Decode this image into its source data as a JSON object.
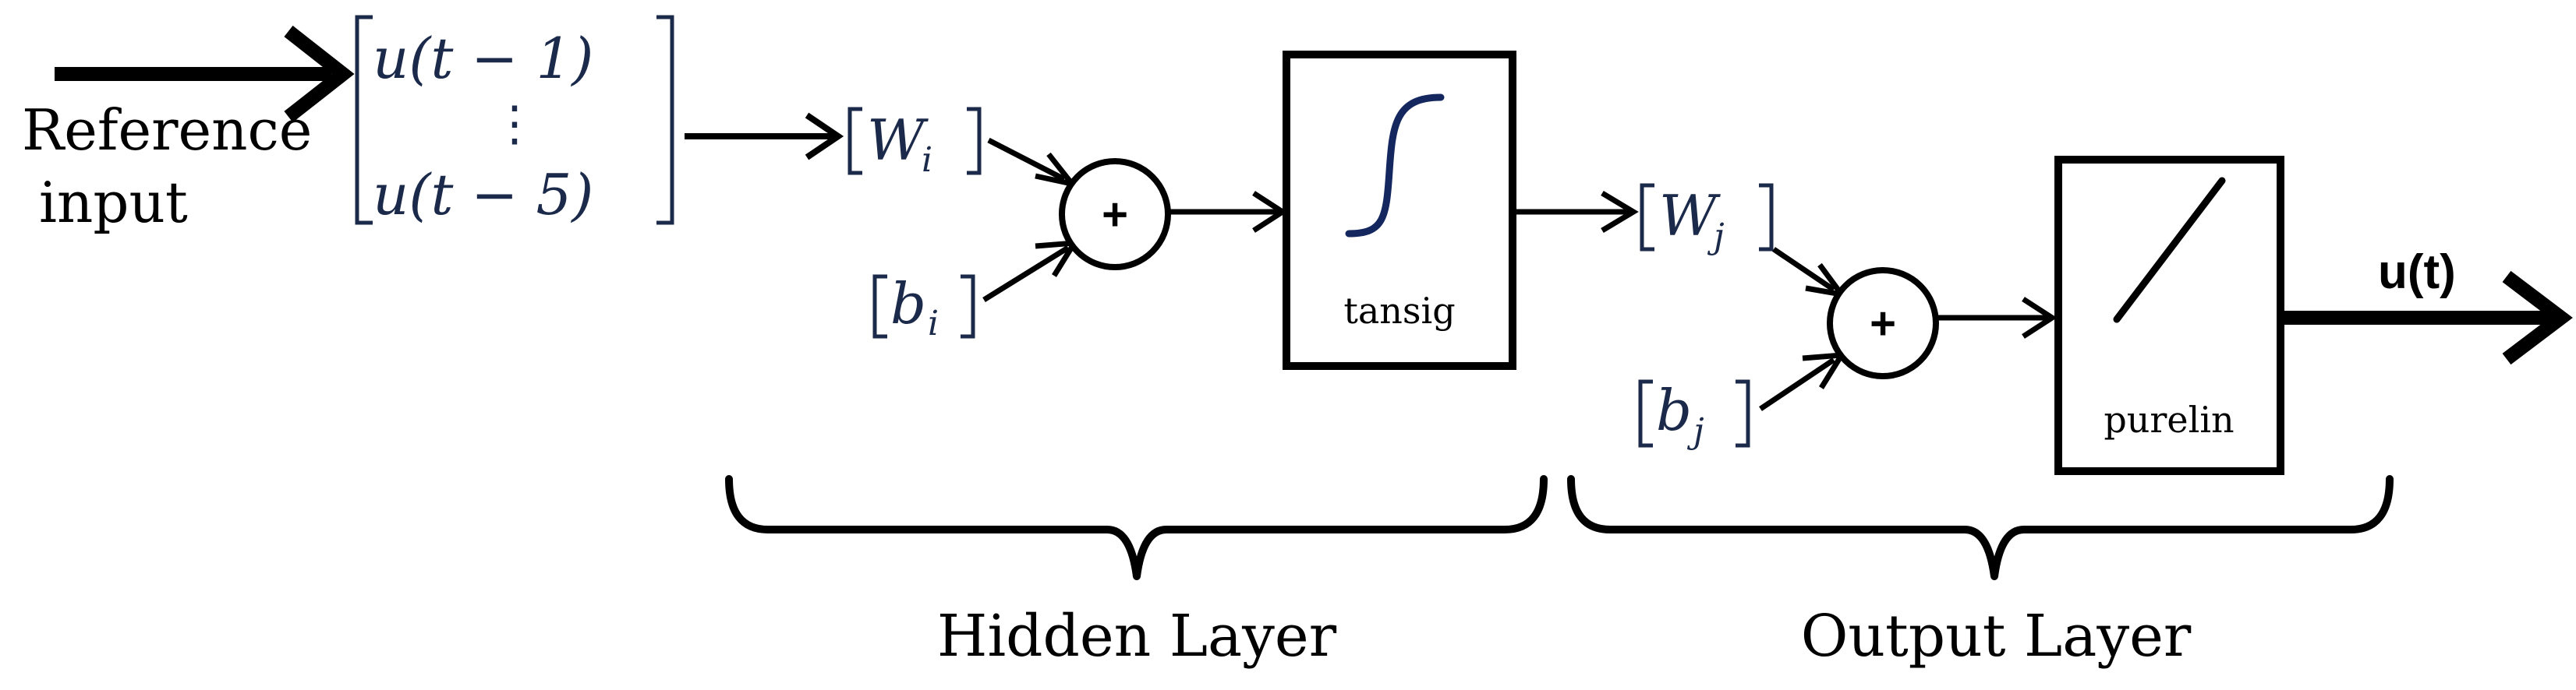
{
  "colors": {
    "line": "#000000",
    "math": "#1b2a4a",
    "sigmoid": "#14285f"
  },
  "input": {
    "label_line1": "Reference",
    "label_line2": "input",
    "vector_top": "u(t − 1)",
    "vector_dots": "⋮",
    "vector_bottom": "u(t − 5)"
  },
  "hidden_layer": {
    "weight_symbol": "W",
    "weight_subscript": "i",
    "bias_symbol": "b",
    "bias_subscript": "i",
    "sum_symbol": "+",
    "activation_label": "tansig",
    "brace_label": "Hidden Layer"
  },
  "output_layer": {
    "weight_symbol": "W",
    "weight_subscript": "j",
    "bias_symbol": "b",
    "bias_subscript": "j",
    "sum_symbol": "+",
    "activation_label": "purelin",
    "brace_label": "Output Layer"
  },
  "output": {
    "label": "u(t)"
  }
}
